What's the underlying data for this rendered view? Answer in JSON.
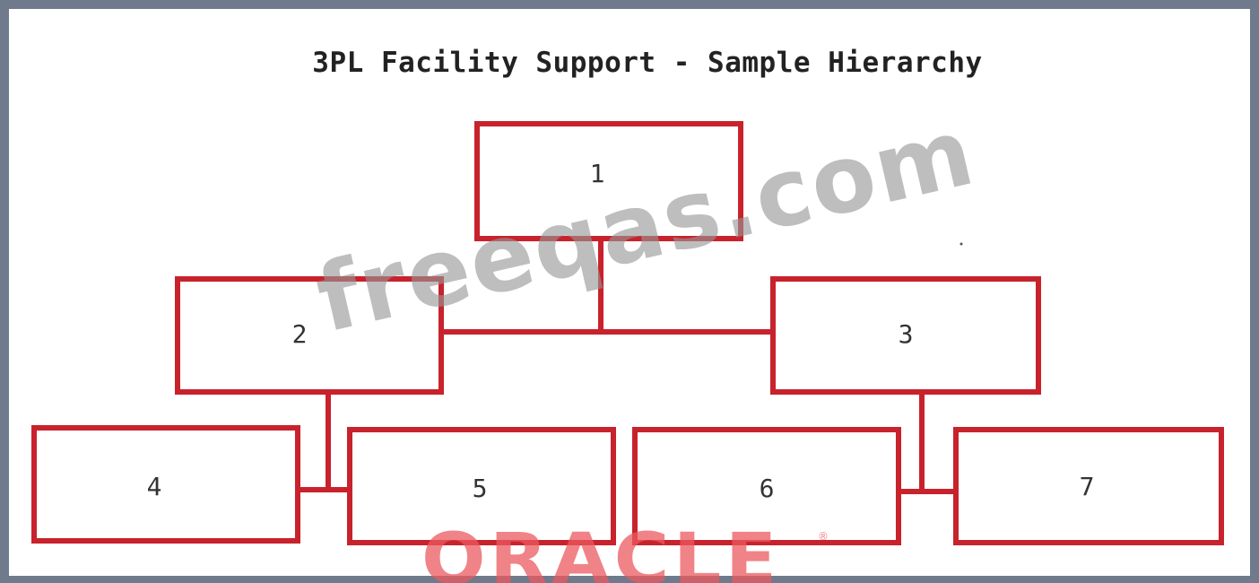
{
  "diagram": {
    "title": "3PL Facility Support - Sample Hierarchy",
    "nodes": [
      {
        "id": "1",
        "label": "1"
      },
      {
        "id": "2",
        "label": "2"
      },
      {
        "id": "3",
        "label": "3"
      },
      {
        "id": "4",
        "label": "4"
      },
      {
        "id": "5",
        "label": "5"
      },
      {
        "id": "6",
        "label": "6"
      },
      {
        "id": "7",
        "label": "7"
      }
    ],
    "edges": [
      {
        "from": "1",
        "to": "2"
      },
      {
        "from": "1",
        "to": "3"
      },
      {
        "from": "2",
        "to": "4"
      },
      {
        "from": "2",
        "to": "5"
      },
      {
        "from": "3",
        "to": "6"
      },
      {
        "from": "3",
        "to": "7"
      }
    ],
    "colors": {
      "node_border": "#c8222d",
      "frame": "#6f7a8c"
    }
  },
  "watermark": {
    "text": "freeqas.com"
  },
  "logo": {
    "text": "ORACLE",
    "mark": "®"
  }
}
